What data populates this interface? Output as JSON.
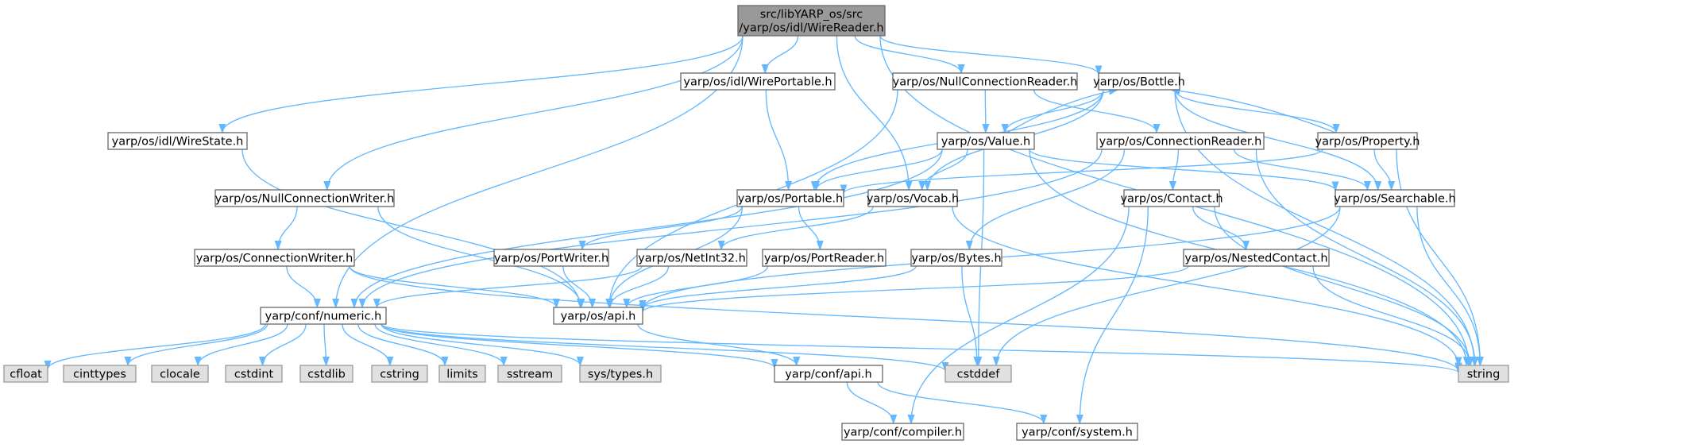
{
  "diagram": {
    "type": "include-dependency-graph",
    "colors": {
      "edge": "#63b8ff",
      "root_fill": "#999999",
      "root_border": "#666666",
      "node_fill": "#ffffff",
      "node_border": "#666666",
      "system_fill": "#e0e0e0",
      "system_border": "#999999"
    },
    "nodes": [
      {
        "id": "root",
        "kind": "root",
        "lines": [
          "src/libYARP_os/src",
          "/yarp/os/idl/WireReader.h"
        ]
      },
      {
        "id": "wireportable",
        "kind": "header",
        "lines": [
          "yarp/os/idl/WirePortable.h"
        ]
      },
      {
        "id": "nullconnreader",
        "kind": "header",
        "lines": [
          "yarp/os/NullConnectionReader.h"
        ]
      },
      {
        "id": "bottle",
        "kind": "header",
        "lines": [
          "yarp/os/Bottle.h"
        ]
      },
      {
        "id": "wirestate",
        "kind": "header",
        "lines": [
          "yarp/os/idl/WireState.h"
        ]
      },
      {
        "id": "value",
        "kind": "header",
        "lines": [
          "yarp/os/Value.h"
        ]
      },
      {
        "id": "connreader",
        "kind": "header",
        "lines": [
          "yarp/os/ConnectionReader.h"
        ]
      },
      {
        "id": "property",
        "kind": "header",
        "lines": [
          "yarp/os/Property.h"
        ]
      },
      {
        "id": "nullconnwriter",
        "kind": "header",
        "lines": [
          "yarp/os/NullConnectionWriter.h"
        ]
      },
      {
        "id": "portable",
        "kind": "header",
        "lines": [
          "yarp/os/Portable.h"
        ]
      },
      {
        "id": "vocab",
        "kind": "header",
        "lines": [
          "yarp/os/Vocab.h"
        ]
      },
      {
        "id": "contact",
        "kind": "header",
        "lines": [
          "yarp/os/Contact.h"
        ]
      },
      {
        "id": "searchable",
        "kind": "header",
        "lines": [
          "yarp/os/Searchable.h"
        ]
      },
      {
        "id": "connwriter",
        "kind": "header",
        "lines": [
          "yarp/os/ConnectionWriter.h"
        ]
      },
      {
        "id": "portwriter",
        "kind": "header",
        "lines": [
          "yarp/os/PortWriter.h"
        ]
      },
      {
        "id": "netint32",
        "kind": "header",
        "lines": [
          "yarp/os/NetInt32.h"
        ]
      },
      {
        "id": "portreader",
        "kind": "header",
        "lines": [
          "yarp/os/PortReader.h"
        ]
      },
      {
        "id": "bytes",
        "kind": "header",
        "lines": [
          "yarp/os/Bytes.h"
        ]
      },
      {
        "id": "nestedcontact",
        "kind": "header",
        "lines": [
          "yarp/os/NestedContact.h"
        ]
      },
      {
        "id": "numeric",
        "kind": "header",
        "lines": [
          "yarp/conf/numeric.h"
        ]
      },
      {
        "id": "osapi",
        "kind": "header",
        "lines": [
          "yarp/os/api.h"
        ]
      },
      {
        "id": "cfloat",
        "kind": "system",
        "lines": [
          "cfloat"
        ]
      },
      {
        "id": "cinttypes",
        "kind": "system",
        "lines": [
          "cinttypes"
        ]
      },
      {
        "id": "clocale",
        "kind": "system",
        "lines": [
          "clocale"
        ]
      },
      {
        "id": "cstdint",
        "kind": "system",
        "lines": [
          "cstdint"
        ]
      },
      {
        "id": "cstdlib",
        "kind": "system",
        "lines": [
          "cstdlib"
        ]
      },
      {
        "id": "cstring",
        "kind": "system",
        "lines": [
          "cstring"
        ]
      },
      {
        "id": "limits",
        "kind": "system",
        "lines": [
          "limits"
        ]
      },
      {
        "id": "sstream",
        "kind": "system",
        "lines": [
          "sstream"
        ]
      },
      {
        "id": "systypes",
        "kind": "system",
        "lines": [
          "sys/types.h"
        ]
      },
      {
        "id": "confapi",
        "kind": "header",
        "lines": [
          "yarp/conf/api.h"
        ]
      },
      {
        "id": "cstddef",
        "kind": "system",
        "lines": [
          "cstddef"
        ]
      },
      {
        "id": "string",
        "kind": "system",
        "lines": [
          "string"
        ]
      },
      {
        "id": "compiler",
        "kind": "header",
        "lines": [
          "yarp/conf/compiler.h"
        ]
      },
      {
        "id": "system",
        "kind": "header",
        "lines": [
          "yarp/conf/system.h"
        ]
      }
    ],
    "edges": [
      [
        "root",
        "wireportable"
      ],
      [
        "root",
        "nullconnreader"
      ],
      [
        "root",
        "bottle"
      ],
      [
        "root",
        "wirestate"
      ],
      [
        "root",
        "nullconnwriter"
      ],
      [
        "root",
        "vocab"
      ],
      [
        "root",
        "numeric"
      ],
      [
        "root",
        "string"
      ],
      [
        "wireportable",
        "portable"
      ],
      [
        "nullconnreader",
        "value"
      ],
      [
        "nullconnreader",
        "connreader"
      ],
      [
        "nullconnreader",
        "osapi"
      ],
      [
        "bottle",
        "value"
      ],
      [
        "bottle",
        "portable"
      ],
      [
        "bottle",
        "vocab"
      ],
      [
        "bottle",
        "searchable"
      ],
      [
        "bottle",
        "property"
      ],
      [
        "bottle",
        "string"
      ],
      [
        "wirestate",
        "osapi"
      ],
      [
        "value",
        "bottle"
      ],
      [
        "value",
        "portable"
      ],
      [
        "value",
        "vocab"
      ],
      [
        "value",
        "searchable"
      ],
      [
        "value",
        "numeric"
      ],
      [
        "value",
        "cstddef"
      ],
      [
        "value",
        "string"
      ],
      [
        "connreader",
        "contact"
      ],
      [
        "connreader",
        "bytes"
      ],
      [
        "connreader",
        "searchable"
      ],
      [
        "connreader",
        "numeric"
      ],
      [
        "connreader",
        "string"
      ],
      [
        "property",
        "bottle"
      ],
      [
        "property",
        "portable"
      ],
      [
        "property",
        "searchable"
      ],
      [
        "property",
        "string"
      ],
      [
        "nullconnwriter",
        "connwriter"
      ],
      [
        "nullconnwriter",
        "osapi"
      ],
      [
        "portable",
        "portwriter"
      ],
      [
        "portable",
        "portreader"
      ],
      [
        "portable",
        "osapi"
      ],
      [
        "vocab",
        "netint32"
      ],
      [
        "vocab",
        "string"
      ],
      [
        "contact",
        "nestedcontact"
      ],
      [
        "contact",
        "compiler"
      ],
      [
        "contact",
        "system"
      ],
      [
        "contact",
        "string"
      ],
      [
        "searchable",
        "osapi"
      ],
      [
        "searchable",
        "cstddef"
      ],
      [
        "searchable",
        "string"
      ],
      [
        "connwriter",
        "numeric"
      ],
      [
        "connwriter",
        "osapi"
      ],
      [
        "connwriter",
        "string"
      ],
      [
        "portwriter",
        "osapi"
      ],
      [
        "netint32",
        "numeric"
      ],
      [
        "netint32",
        "osapi"
      ],
      [
        "portreader",
        "osapi"
      ],
      [
        "bytes",
        "osapi"
      ],
      [
        "bytes",
        "cstddef"
      ],
      [
        "nestedcontact",
        "osapi"
      ],
      [
        "nestedcontact",
        "string"
      ],
      [
        "numeric",
        "cfloat"
      ],
      [
        "numeric",
        "cinttypes"
      ],
      [
        "numeric",
        "clocale"
      ],
      [
        "numeric",
        "cstdint"
      ],
      [
        "numeric",
        "cstdlib"
      ],
      [
        "numeric",
        "cstring"
      ],
      [
        "numeric",
        "limits"
      ],
      [
        "numeric",
        "sstream"
      ],
      [
        "numeric",
        "systypes"
      ],
      [
        "numeric",
        "confapi"
      ],
      [
        "numeric",
        "cstddef"
      ],
      [
        "numeric",
        "string"
      ],
      [
        "osapi",
        "confapi"
      ],
      [
        "confapi",
        "compiler"
      ],
      [
        "confapi",
        "system"
      ]
    ]
  }
}
